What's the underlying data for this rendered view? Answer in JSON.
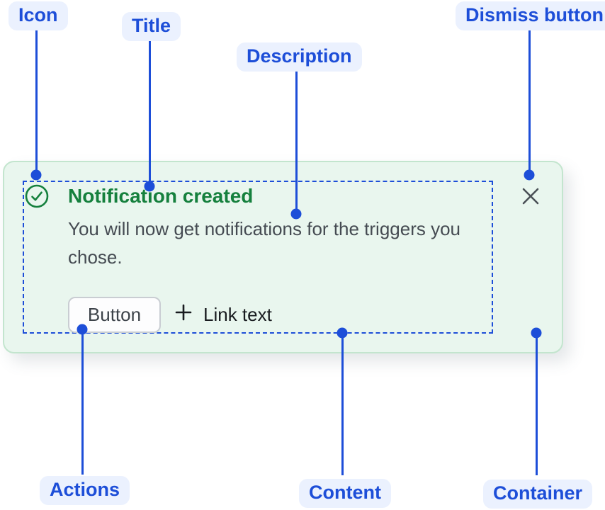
{
  "colors": {
    "annotation_blue": "#1d4ed8",
    "annotation_pill_bg": "#ebf1fe",
    "success_green": "#15803d",
    "card_bg": "#e9f6ee",
    "card_border": "#c3e5ce",
    "body_text": "#454b52",
    "dismiss_gray": "#4a5056"
  },
  "annotations": {
    "icon": "Icon",
    "title": "Title",
    "description": "Description",
    "dismiss": "Dismiss button",
    "actions": "Actions",
    "content": "Content",
    "container": "Container"
  },
  "notification": {
    "title": "Notification created",
    "description": "You will now get notifications for the triggers you chose.",
    "button": "Button",
    "link": "Link text"
  },
  "icons": {
    "status": "success-check-circle-icon",
    "dismiss": "close-x-icon",
    "link_prefix": "plus-icon"
  }
}
